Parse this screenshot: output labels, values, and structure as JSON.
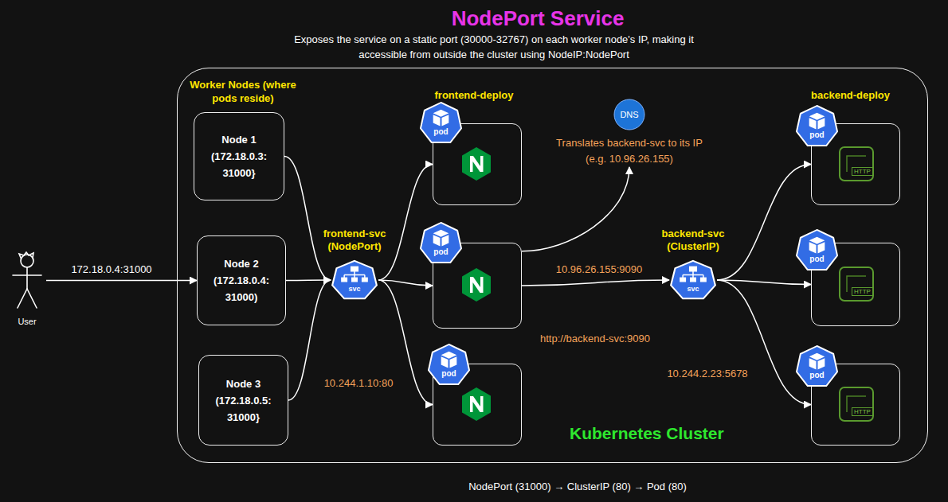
{
  "diagram": {
    "title": "NodePort Service",
    "caption": "NodePort (31000) → ClusterIP (80) → Pod (80)",
    "nodes": [
      {
        "text": [
          "User"
        ]
      },
      {
        "text": [
          "Kubernetes Cluster"
        ]
      },
      {
        "text": [
          "Node 1",
          "(172.18.0.3: 31000}"
        ],
        "in": 1
      },
      {
        "text": [
          "Node 2",
          "(172.18.0.4: 31000)"
        ],
        "in": 1
      },
      {
        "text": [
          "Node 3",
          "(172.18.0.5: 31000}"
        ],
        "in": 1
      },
      {
        "text": [
          "frontend-svc (NodePort)",
          "svc"
        ],
        "in": 1
      },
      {
        "text": [
          "pod"
        ],
        "in": 1
      },
      {
        "text": [
          "pod"
        ],
        "in": 1
      },
      {
        "text": [
          "pod"
        ],
        "in": 1
      },
      {
        "text": [
          "DNS",
          "Translates backend-svc to its IP (e.g. 10.96.26.155)"
        ],
        "in": 1
      },
      {
        "text": [
          "backend-svc (ClusterIP)",
          "svc"
        ],
        "in": 1
      },
      {
        "text": [
          "pod",
          "HTTP"
        ],
        "in": 1
      },
      {
        "text": [
          "pod",
          "HTTP"
        ],
        "in": 1
      },
      {
        "text": [
          "pod",
          "HTTP"
        ],
        "in": 1
      }
    ],
    "edges": [
      {
        "from": 0,
        "to": 3,
        "arrow": "to",
        "label": "172.18.0.4:31000"
      },
      {
        "from": 2,
        "to": 5,
        "arrow": "to"
      },
      {
        "from": 3,
        "to": 5,
        "arrow": "to"
      },
      {
        "from": 4,
        "to": 5,
        "arrow": "to"
      },
      {
        "from": 5,
        "to": 6,
        "arrow": "to"
      },
      {
        "from": 5,
        "to": 7,
        "arrow": "to"
      },
      {
        "from": 5,
        "to": 8,
        "arrow": "to",
        "label": "10.244.1.10:80"
      },
      {
        "from": 7,
        "to": 9,
        "arrow": "to"
      },
      {
        "from": 7,
        "to": 10,
        "arrow": "to",
        "label": "10.96.26.155:9090"
      },
      {
        "from": 10,
        "to": 11,
        "arrow": "to"
      },
      {
        "from": 10,
        "to": 12,
        "arrow": "to"
      },
      {
        "from": 10,
        "to": 13,
        "arrow": "to",
        "label": "10.244.2.23:5678"
      }
    ],
    "labels": [
      "Exposes the service on a static port (30000-32767) on each worker node's IP, making it accessible from outside the cluster using NodeIP:NodePort",
      "Worker Nodes (where pods reside)",
      "frontend-deploy",
      "backend-deploy",
      "http://backend-svc:9090"
    ]
  }
}
